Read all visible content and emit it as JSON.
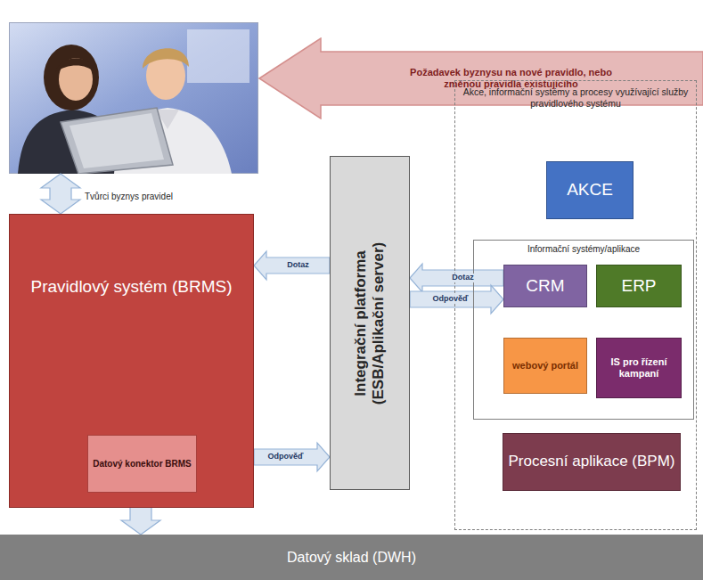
{
  "diagram": {
    "nodes": [
      {
        "text": [
          "Tvůrci byznys pravidel"
        ]
      },
      {
        "text": [
          "Požadavek byznysu na nové pravidlo, nebo změnou pravidla existujícího"
        ]
      },
      {
        "text": [
          "Pravidlový systém (BRMS)"
        ]
      },
      {
        "text": [
          "Datový konektor BRMS"
        ],
        "in": 2
      },
      {
        "text": [
          "Integrační platforma (ESB/Aplikační server)"
        ]
      },
      {
        "text": [
          "Akce, informační systémy a procesy využívající služby pravidlového systému"
        ]
      },
      {
        "text": [
          "AKCE"
        ],
        "in": 5
      },
      {
        "text": [
          "Informační systémy/aplikace"
        ],
        "in": 5
      },
      {
        "text": [
          "CRM"
        ],
        "in": 7
      },
      {
        "text": [
          "ERP"
        ],
        "in": 7
      },
      {
        "text": [
          "webový portál"
        ],
        "in": 7
      },
      {
        "text": [
          "IS pro řízení kampaní"
        ],
        "in": 7
      },
      {
        "text": [
          "Procesní aplikace (BPM)"
        ],
        "in": 5
      },
      {
        "text": [
          "Datový sklad (DWH)"
        ]
      }
    ],
    "edges": [
      {
        "from": 0,
        "to": 2,
        "arrow": "both"
      },
      {
        "from": 4,
        "to": 2,
        "label": "Dotaz",
        "arrow": "to"
      },
      {
        "from": 2,
        "to": 4,
        "label": "Odpověď",
        "arrow": "to"
      },
      {
        "from": 8,
        "to": 4,
        "label": "Dotaz",
        "arrow": "to"
      },
      {
        "from": 4,
        "to": 8,
        "label": "Odpověď",
        "arrow": "to"
      },
      {
        "from": 3,
        "to": 13,
        "arrow": "both"
      }
    ]
  }
}
